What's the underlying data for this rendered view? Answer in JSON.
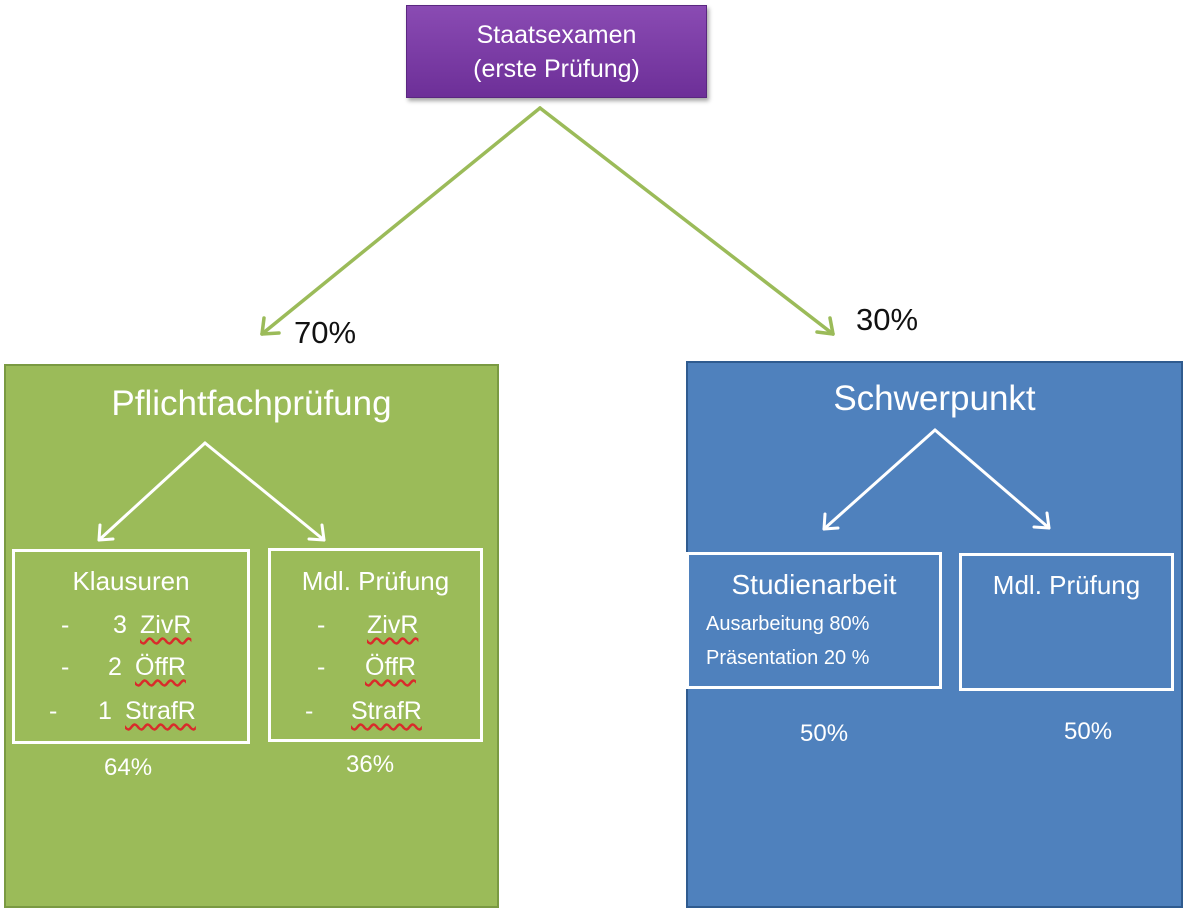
{
  "root": {
    "line1": "Staatsexamen",
    "line2": "(erste Prüfung)"
  },
  "left": {
    "weight": "70%",
    "title": "Pflichtfachprüfung",
    "klausuren": {
      "title": "Klausuren",
      "items": [
        {
          "dash": "-",
          "count": "3",
          "subject": "ZivR"
        },
        {
          "dash": "-",
          "count": "2",
          "subject": "ÖffR"
        },
        {
          "dash": "-",
          "count": "1",
          "subject": "StrafR"
        }
      ],
      "weight": "64%"
    },
    "muendlich": {
      "title": "Mdl. Prüfung",
      "items": [
        {
          "dash": "-",
          "subject": "ZivR"
        },
        {
          "dash": "-",
          "subject": "ÖffR"
        },
        {
          "dash": "-",
          "subject": "StrafR"
        }
      ],
      "weight": "36%"
    }
  },
  "right": {
    "weight": "30%",
    "title": "Schwerpunkt",
    "studienarbeit": {
      "title": "Studienarbeit",
      "line1": "Ausarbeitung 80%",
      "line2": "Präsentation 20 %",
      "weight": "50%"
    },
    "muendlich": {
      "title": "Mdl. Prüfung",
      "weight": "50%"
    }
  },
  "colors": {
    "root": "#7b3fa6",
    "green_panel": "#9bbb59",
    "blue_panel": "#4f81bd",
    "connector": "#9bbb59",
    "spellcheck_underline": "#d92b2b"
  }
}
